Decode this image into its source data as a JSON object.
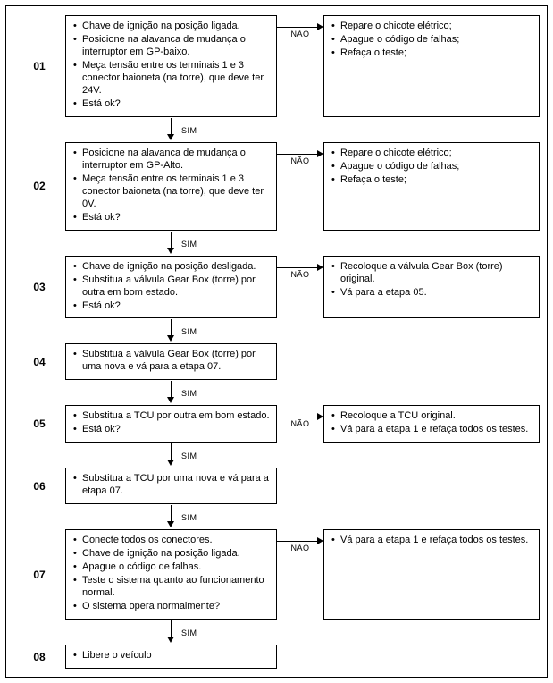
{
  "labels": {
    "yes": "SIM",
    "no": "NÃO"
  },
  "steps": [
    {
      "number": "01",
      "tasks": [
        "Chave de ignição na posição ligada.",
        "Posicione na alavanca de mudança o interruptor em GP-baixo.",
        "Meça tensão entre os terminais 1 e 3 conector baioneta (na torre), que deve ter 24V.",
        "Está ok?"
      ],
      "no_actions": [
        "Repare o chicote elétrico;",
        "Apague o código de falhas;",
        "Refaça o teste;"
      ],
      "has_sim": true
    },
    {
      "number": "02",
      "tasks": [
        "Posicione na alavanca de mudança o interruptor em GP-Alto.",
        "Meça tensão entre os terminais 1 e 3 conector baioneta (na torre), que deve ter 0V.",
        "Está ok?"
      ],
      "no_actions": [
        "Repare o chicote elétrico;",
        "Apague o código de falhas;",
        "Refaça o teste;"
      ],
      "has_sim": true
    },
    {
      "number": "03",
      "tasks": [
        "Chave de ignição na posição desligada.",
        "Substitua a válvula Gear Box (torre) por outra em bom estado.",
        "Está ok?"
      ],
      "no_actions": [
        "Recoloque a válvula Gear Box (torre) original.",
        "Vá para a etapa 05."
      ],
      "has_sim": true
    },
    {
      "number": "04",
      "tasks": [
        "Substitua a válvula Gear Box (torre) por uma nova e vá para a etapa 07."
      ],
      "no_actions": null,
      "has_sim": true
    },
    {
      "number": "05",
      "tasks": [
        "Substitua a TCU por outra em bom estado.",
        "Está ok?"
      ],
      "no_actions": [
        "Recoloque a TCU original.",
        "Vá para a etapa 1 e refaça todos os testes."
      ],
      "has_sim": true
    },
    {
      "number": "06",
      "tasks": [
        "Substitua a TCU por uma nova e vá para a etapa 07."
      ],
      "no_actions": null,
      "has_sim": true
    },
    {
      "number": "07",
      "tasks": [
        "Conecte todos os conectores.",
        "Chave de ignição na posição ligada.",
        "Apague o código de falhas.",
        "Teste o sistema quanto ao funcionamento normal.",
        "O sistema opera normalmente?"
      ],
      "no_actions": [
        "Vá para a etapa 1 e refaça todos os testes."
      ],
      "has_sim": true
    },
    {
      "number": "08",
      "tasks": [
        "Libere o veículo"
      ],
      "no_actions": null,
      "has_sim": false
    }
  ]
}
